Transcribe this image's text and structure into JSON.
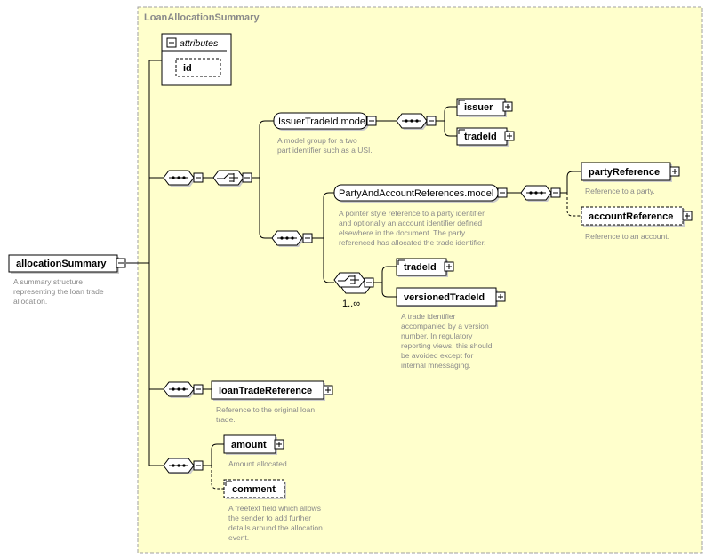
{
  "group_title": "LoanAllocationSummary",
  "attributes": {
    "title": "attributes",
    "id": "id"
  },
  "root": {
    "label": "allocationSummary",
    "desc": [
      "A summary structure",
      "representing the loan trade",
      "allocation."
    ]
  },
  "issuer_model": {
    "label": "IssuerTradeId.model",
    "desc": [
      "A model group for a two",
      "part identifier such as a USI."
    ]
  },
  "issuer": {
    "label": "issuer"
  },
  "tradeId1": {
    "label": "tradeId"
  },
  "party_model": {
    "label": "PartyAndAccountReferences.model",
    "desc": [
      "A pointer style reference to a party identifier",
      "and optionally an account identifier defined",
      "elsewhere in the document. The party",
      "referenced has allocated the trade identifier."
    ]
  },
  "partyReference": {
    "label": "partyReference",
    "desc": [
      "Reference to a party."
    ]
  },
  "accountReference": {
    "label": "accountReference",
    "desc": [
      "Reference to an account."
    ]
  },
  "choice_card": "1..∞",
  "tradeId2": {
    "label": "tradeId"
  },
  "versionedTradeId": {
    "label": "versionedTradeId",
    "desc": [
      "A trade identifier",
      "accompanied by a version",
      "number. In regulatory",
      "reporting views, this should",
      "be avoided except for",
      "internal mnessaging."
    ]
  },
  "loanTradeReference": {
    "label": "loanTradeReference",
    "desc": [
      "Reference to the original loan",
      "trade."
    ]
  },
  "amount": {
    "label": "amount",
    "desc": [
      "Amount allocated."
    ]
  },
  "comment": {
    "label": "comment",
    "desc": [
      "A freetext field which allows",
      "the sender to add further",
      "details around the allocation",
      "event."
    ]
  },
  "colors": {
    "group_bg": "#ffffcc",
    "group_border": "#a0a0a0",
    "node_fill": "#ffffff",
    "line": "#000000",
    "desc_text": "#8a8a8a"
  }
}
